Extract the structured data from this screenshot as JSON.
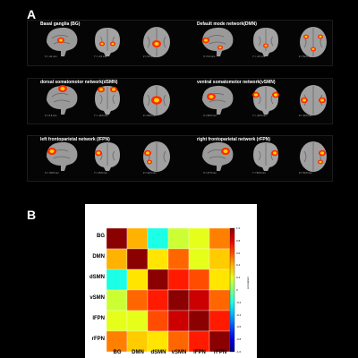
{
  "panels": {
    "a": "A",
    "b": "B"
  },
  "networks": [
    {
      "title": "Basal ganglia (BG)",
      "coords": [
        "X = -21 mm",
        "Y = -2.5 mm",
        "Z = 5.0 mm"
      ]
    },
    {
      "title": "Default mode network(DMN)",
      "coords": [
        "X = 5.0 mm",
        "Y = -2.5 mm",
        "Z = 52.5 mm"
      ]
    },
    {
      "title": "dorsal somatomotor network(dSMN)",
      "coords": [
        "X = 6.5 mm",
        "Y = -16.5 mm",
        "Z = 66.5 mm"
      ]
    },
    {
      "title": "ventral somatomotor network(vSMN)",
      "coords": [
        "X = 56.5 mm",
        "Y = -22.5 mm",
        "Z = 30.5 mm"
      ]
    },
    {
      "title": "left frontoparietal network (lFPN)",
      "coords": [
        "X = -50.5 mm",
        "Y = 16.5 mm",
        "Z = 24.5 mm"
      ]
    },
    {
      "title": "right frontoparietal network (rFPN)",
      "coords": [
        "X = 47.5 mm",
        "Y = 50.5 mm",
        "Z = 54.5 mm"
      ]
    }
  ],
  "colors": {
    "bg": "#000000",
    "activation_hot": "#ff2a00",
    "activation_warm": "#ffd000",
    "brain_gray": "#9a9a9a"
  },
  "chart_data": {
    "type": "heatmap",
    "rows": [
      "BG",
      "DMN",
      "dSMN",
      "vSMN",
      "lFPN",
      "rFPN"
    ],
    "columns": [
      "BG",
      "DMN",
      "dSMN",
      "vSMN",
      "lFPN",
      "rFPN"
    ],
    "values": [
      [
        1.0,
        0.4,
        -0.2,
        0.15,
        0.2,
        0.5
      ],
      [
        0.4,
        1.0,
        0.3,
        0.55,
        0.2,
        0.35
      ],
      [
        -0.2,
        0.3,
        1.0,
        0.7,
        0.6,
        0.3
      ],
      [
        0.15,
        0.55,
        0.7,
        1.0,
        0.85,
        0.55
      ],
      [
        0.2,
        0.2,
        0.6,
        0.85,
        1.0,
        0.7
      ],
      [
        0.5,
        0.35,
        0.3,
        0.55,
        0.7,
        1.0
      ]
    ],
    "colorbar": {
      "min": -1,
      "max": 1,
      "ticks": [
        "1.0",
        "0.8",
        "0.6",
        "0.4",
        "0.2",
        "0",
        "-0.2",
        "-0.4",
        "-0.6",
        "-0.8",
        "-1.0"
      ],
      "colormap": "jet"
    },
    "colorbar_label": "correlation"
  }
}
